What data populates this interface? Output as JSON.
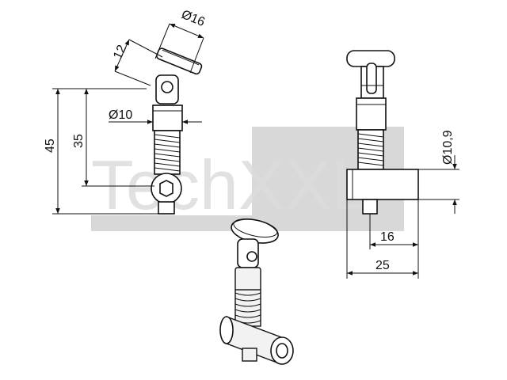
{
  "watermark": {
    "text": "TechXXL",
    "color": "#d8d8d8"
  },
  "dimensions": {
    "diameter_16": "Ø16",
    "length_12": "12",
    "diameter_10": "Ø10",
    "height_45": "45",
    "height_35": "35",
    "diameter_10_9": "Ø10,9",
    "width_16": "16",
    "width_25": "25"
  },
  "colors": {
    "line": "#111111",
    "fill": "#ffffff",
    "shade": "#f2f2f2"
  }
}
